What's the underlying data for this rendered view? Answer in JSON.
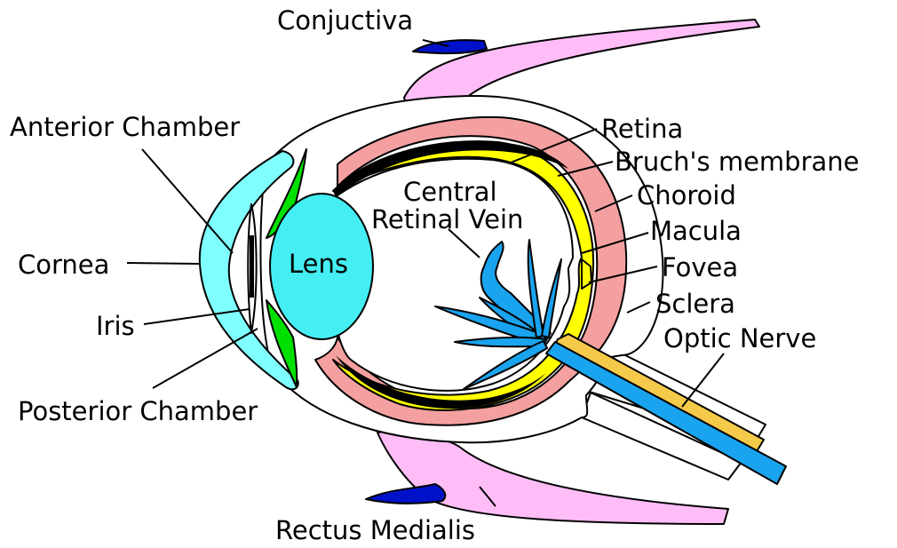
{
  "labels": {
    "conjuctiva": "Conjuctiva",
    "anterior_chamber": "Anterior Chamber",
    "cornea": "Cornea",
    "iris": "Iris",
    "posterior_chamber": "Posterior Chamber",
    "lens": "Lens",
    "central_retinal_vein_line1": "Central",
    "central_retinal_vein_line2": "Retinal Vein",
    "retina": "Retina",
    "bruchs_membrane": "Bruch's membrane",
    "choroid": "Choroid",
    "macula": "Macula",
    "fovea": "Fovea",
    "sclera": "Sclera",
    "optic_nerve": "Optic Nerve",
    "rectus_medialis": "Rectus Medialis"
  },
  "colors": {
    "cornea": "#7fffff",
    "lens": "#44eef2",
    "iris_body": "#00e000",
    "choroid": "#f4a0a0",
    "retina": "#ffff00",
    "vessels": "#1aa3ee",
    "optic_nerve_sheath": "#f5c94a",
    "muscle": "#ffbdf7",
    "conjunctiva": "#0012c9"
  }
}
